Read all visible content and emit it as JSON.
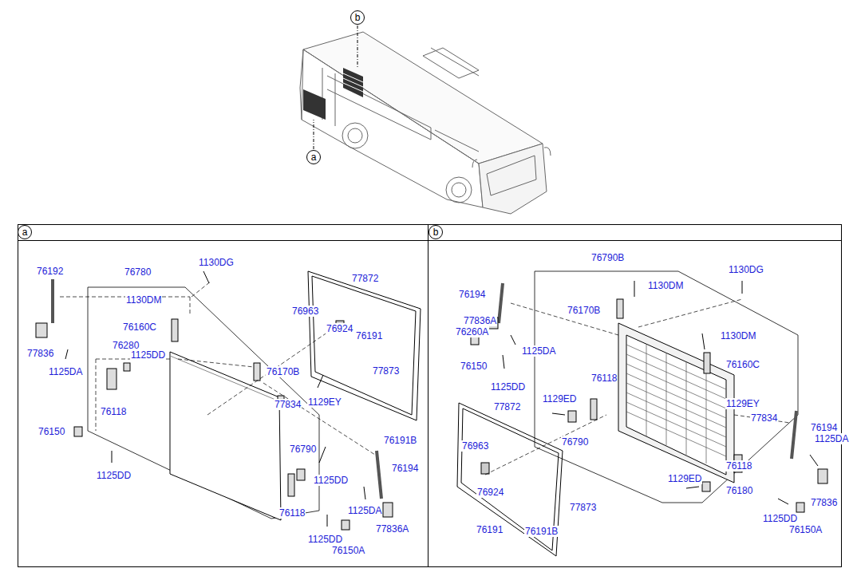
{
  "diagram": {
    "nodes": [
      {
        "text": [
          "b"
        ]
      },
      {
        "text": [
          "a"
        ]
      },
      {
        "text": [
          "a"
        ]
      },
      {
        "text": [
          "b"
        ]
      }
    ],
    "labels": [
      "76192",
      "76780",
      "1130DG",
      "1130DM",
      "76160C",
      "77836",
      "1125DA",
      "76280",
      "1125DD",
      "76118",
      "76150",
      "1125DD",
      "77872",
      "76963",
      "76924",
      "76191",
      "77873",
      "76170B",
      "1129EY",
      "77834",
      "76790",
      "1125DD",
      "76118",
      "76194",
      "1125DA",
      "77836A",
      "1125DD",
      "76150A",
      "76191B",
      "76790B",
      "1130DG",
      "76194",
      "1130DM",
      "76170B",
      "77836A",
      "76260A",
      "1125DA",
      "76150",
      "1125DD",
      "76118",
      "1130DM",
      "76160C",
      "1129ED",
      "77834",
      "1129EY",
      "76790",
      "76194",
      "1125DA",
      "77872",
      "76963",
      "76924",
      "76118",
      "1129ED",
      "76180",
      "77836",
      "1125DD",
      "76150A",
      "77873",
      "76191",
      "76191B"
    ]
  }
}
